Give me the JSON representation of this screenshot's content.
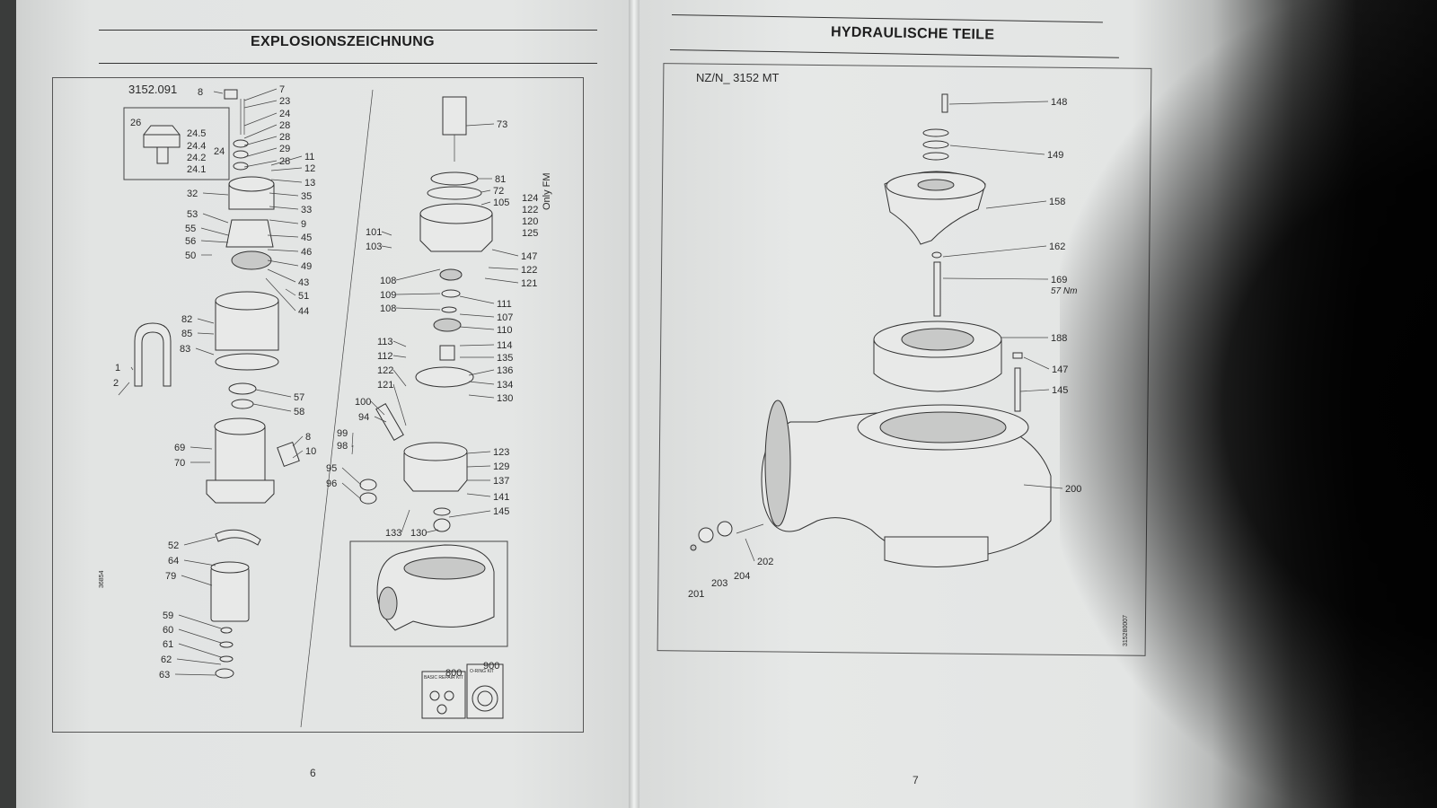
{
  "left_page": {
    "heading": "EXPLOSIONSZEICHNUNG",
    "model": "3152.091",
    "page_number": "6",
    "side_code": "36854",
    "labels_col1": [
      "26",
      "24.5",
      "24.4",
      "24.2",
      "24.1",
      "24",
      "8",
      "7",
      "23",
      "24",
      "28",
      "28",
      "29",
      "28",
      "11",
      "12",
      "13",
      "35",
      "33",
      "9",
      "45",
      "46",
      "49",
      "43",
      "51",
      "44",
      "32",
      "53",
      "55",
      "56",
      "50",
      "82",
      "85",
      "83",
      "1",
      "2",
      "57",
      "58",
      "69",
      "70",
      "8",
      "10",
      "52",
      "64",
      "79",
      "59",
      "60",
      "61",
      "62",
      "63"
    ],
    "labels_col2": [
      "73",
      "81",
      "72",
      "105",
      "124",
      "122",
      "120",
      "125",
      "101",
      "103",
      "147",
      "122",
      "121",
      "108",
      "109",
      "108",
      "111",
      "107",
      "110",
      "113",
      "112",
      "122",
      "121",
      "114",
      "135",
      "136",
      "134",
      "130",
      "100",
      "94",
      "99",
      "98",
      "95",
      "96",
      "123",
      "129",
      "137",
      "141",
      "145",
      "133",
      "130",
      "800",
      "900"
    ],
    "only_fm": "Only FM",
    "kit_800": "BASIC REPAIR KIT",
    "kit_900": "O-RING KIT"
  },
  "right_page": {
    "heading": "HYDRAULISCHE TEILE",
    "model": "NZ/N_ 3152 MT",
    "page_number": "7",
    "side_code": "315280007",
    "labels": [
      "148",
      "149",
      "158",
      "162",
      "169",
      "188",
      "147",
      "145",
      "200",
      "201",
      "203",
      "204",
      "202"
    ],
    "torque": "57 Nm"
  }
}
